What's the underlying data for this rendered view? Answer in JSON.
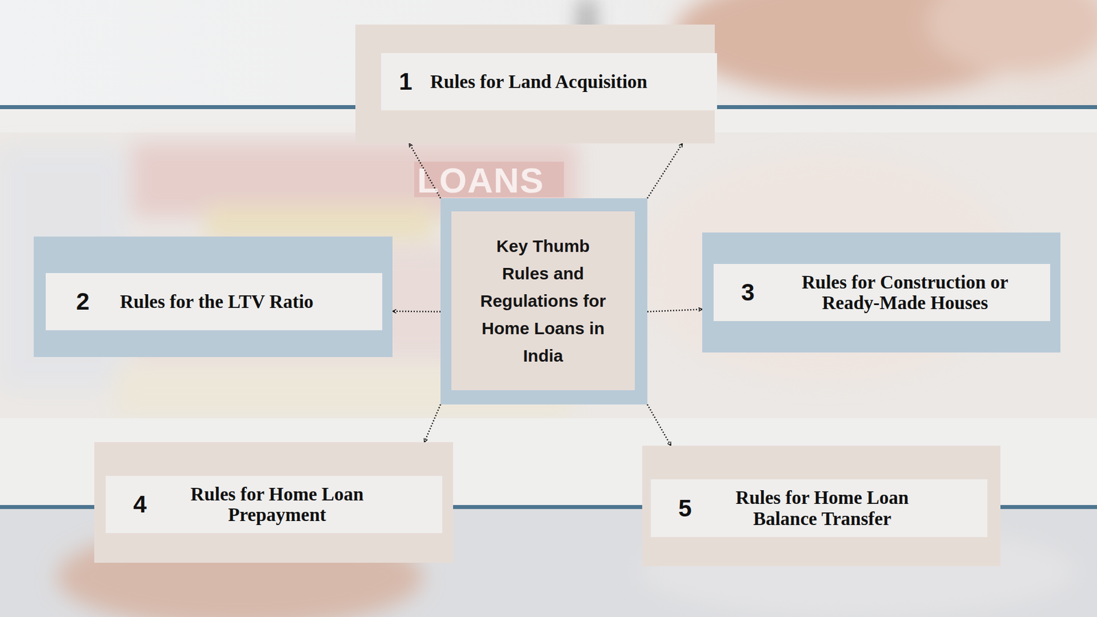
{
  "diagram": {
    "nodes": [
      {
        "text": [
          "1",
          "Rules for Land Acquisition"
        ]
      },
      {
        "text": [
          "2",
          "Rules for the LTV Ratio"
        ]
      },
      {
        "text": [
          "Key Thumb Rules and Regulations for Home Loans in India"
        ]
      },
      {
        "text": [
          "3",
          "Rules for Construction or Ready-Made Houses"
        ]
      },
      {
        "text": [
          "4",
          "Rules for Home Loan Prepayment"
        ]
      },
      {
        "text": [
          "5",
          "Rules for Home Loan Balance Transfer"
        ]
      }
    ],
    "edges": [
      {
        "from": 2,
        "to": 0,
        "arrow": "to"
      },
      {
        "from": 2,
        "to": 0,
        "arrow": "to"
      },
      {
        "from": 2,
        "to": 1,
        "arrow": "to"
      },
      {
        "from": 2,
        "to": 3,
        "arrow": "to"
      },
      {
        "from": 2,
        "to": 4,
        "arrow": "to"
      },
      {
        "from": 2,
        "to": 5,
        "arrow": "to"
      }
    ],
    "labels": [
      "LOANS"
    ]
  }
}
